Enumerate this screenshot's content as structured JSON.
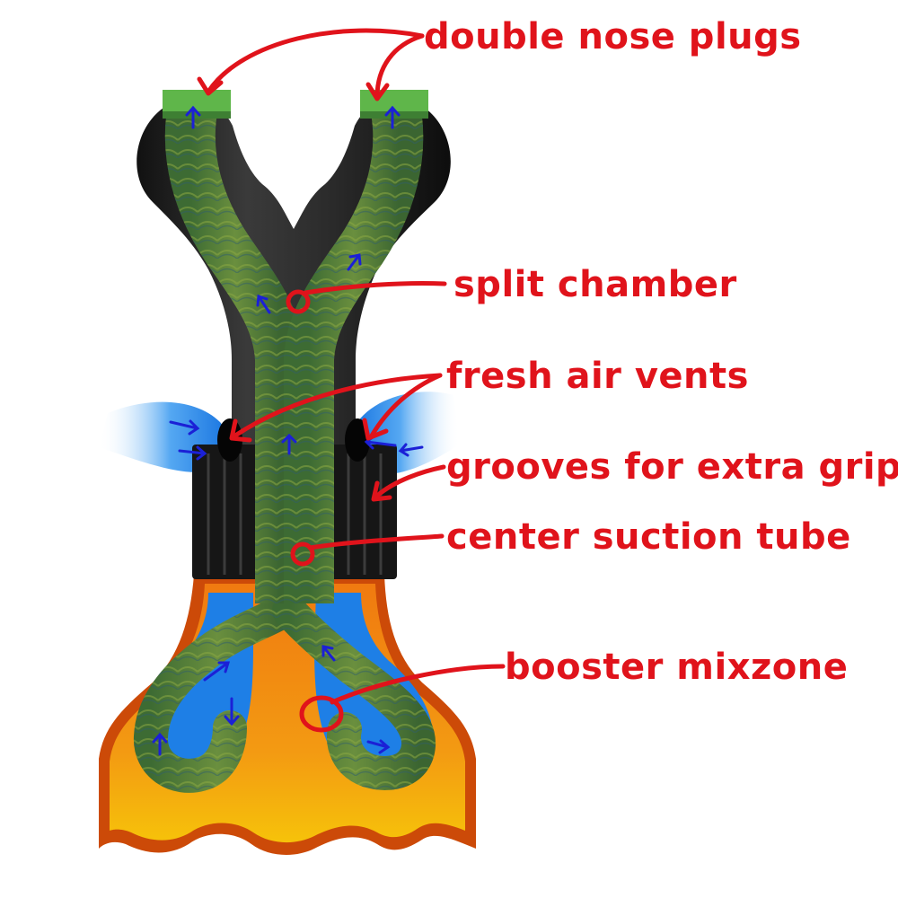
{
  "labels": {
    "nose_plugs": "double nose plugs",
    "split_chamber": "split chamber",
    "fresh_air_vents": "fresh air vents",
    "grooves": "grooves for extra grip",
    "suction_tube": "center suction tube",
    "booster": "booster mixzone"
  },
  "colors": {
    "label": "#e0131b",
    "flow_arrow": "#1b20d6",
    "device_body": "#2a2a2a",
    "tube_green": "#4f7a3a",
    "fresh_air_blue": "#1e7fe6",
    "base_orange": "#f08a12",
    "base_rim": "#cc4a08",
    "base_yellow": "#f6c20a"
  }
}
